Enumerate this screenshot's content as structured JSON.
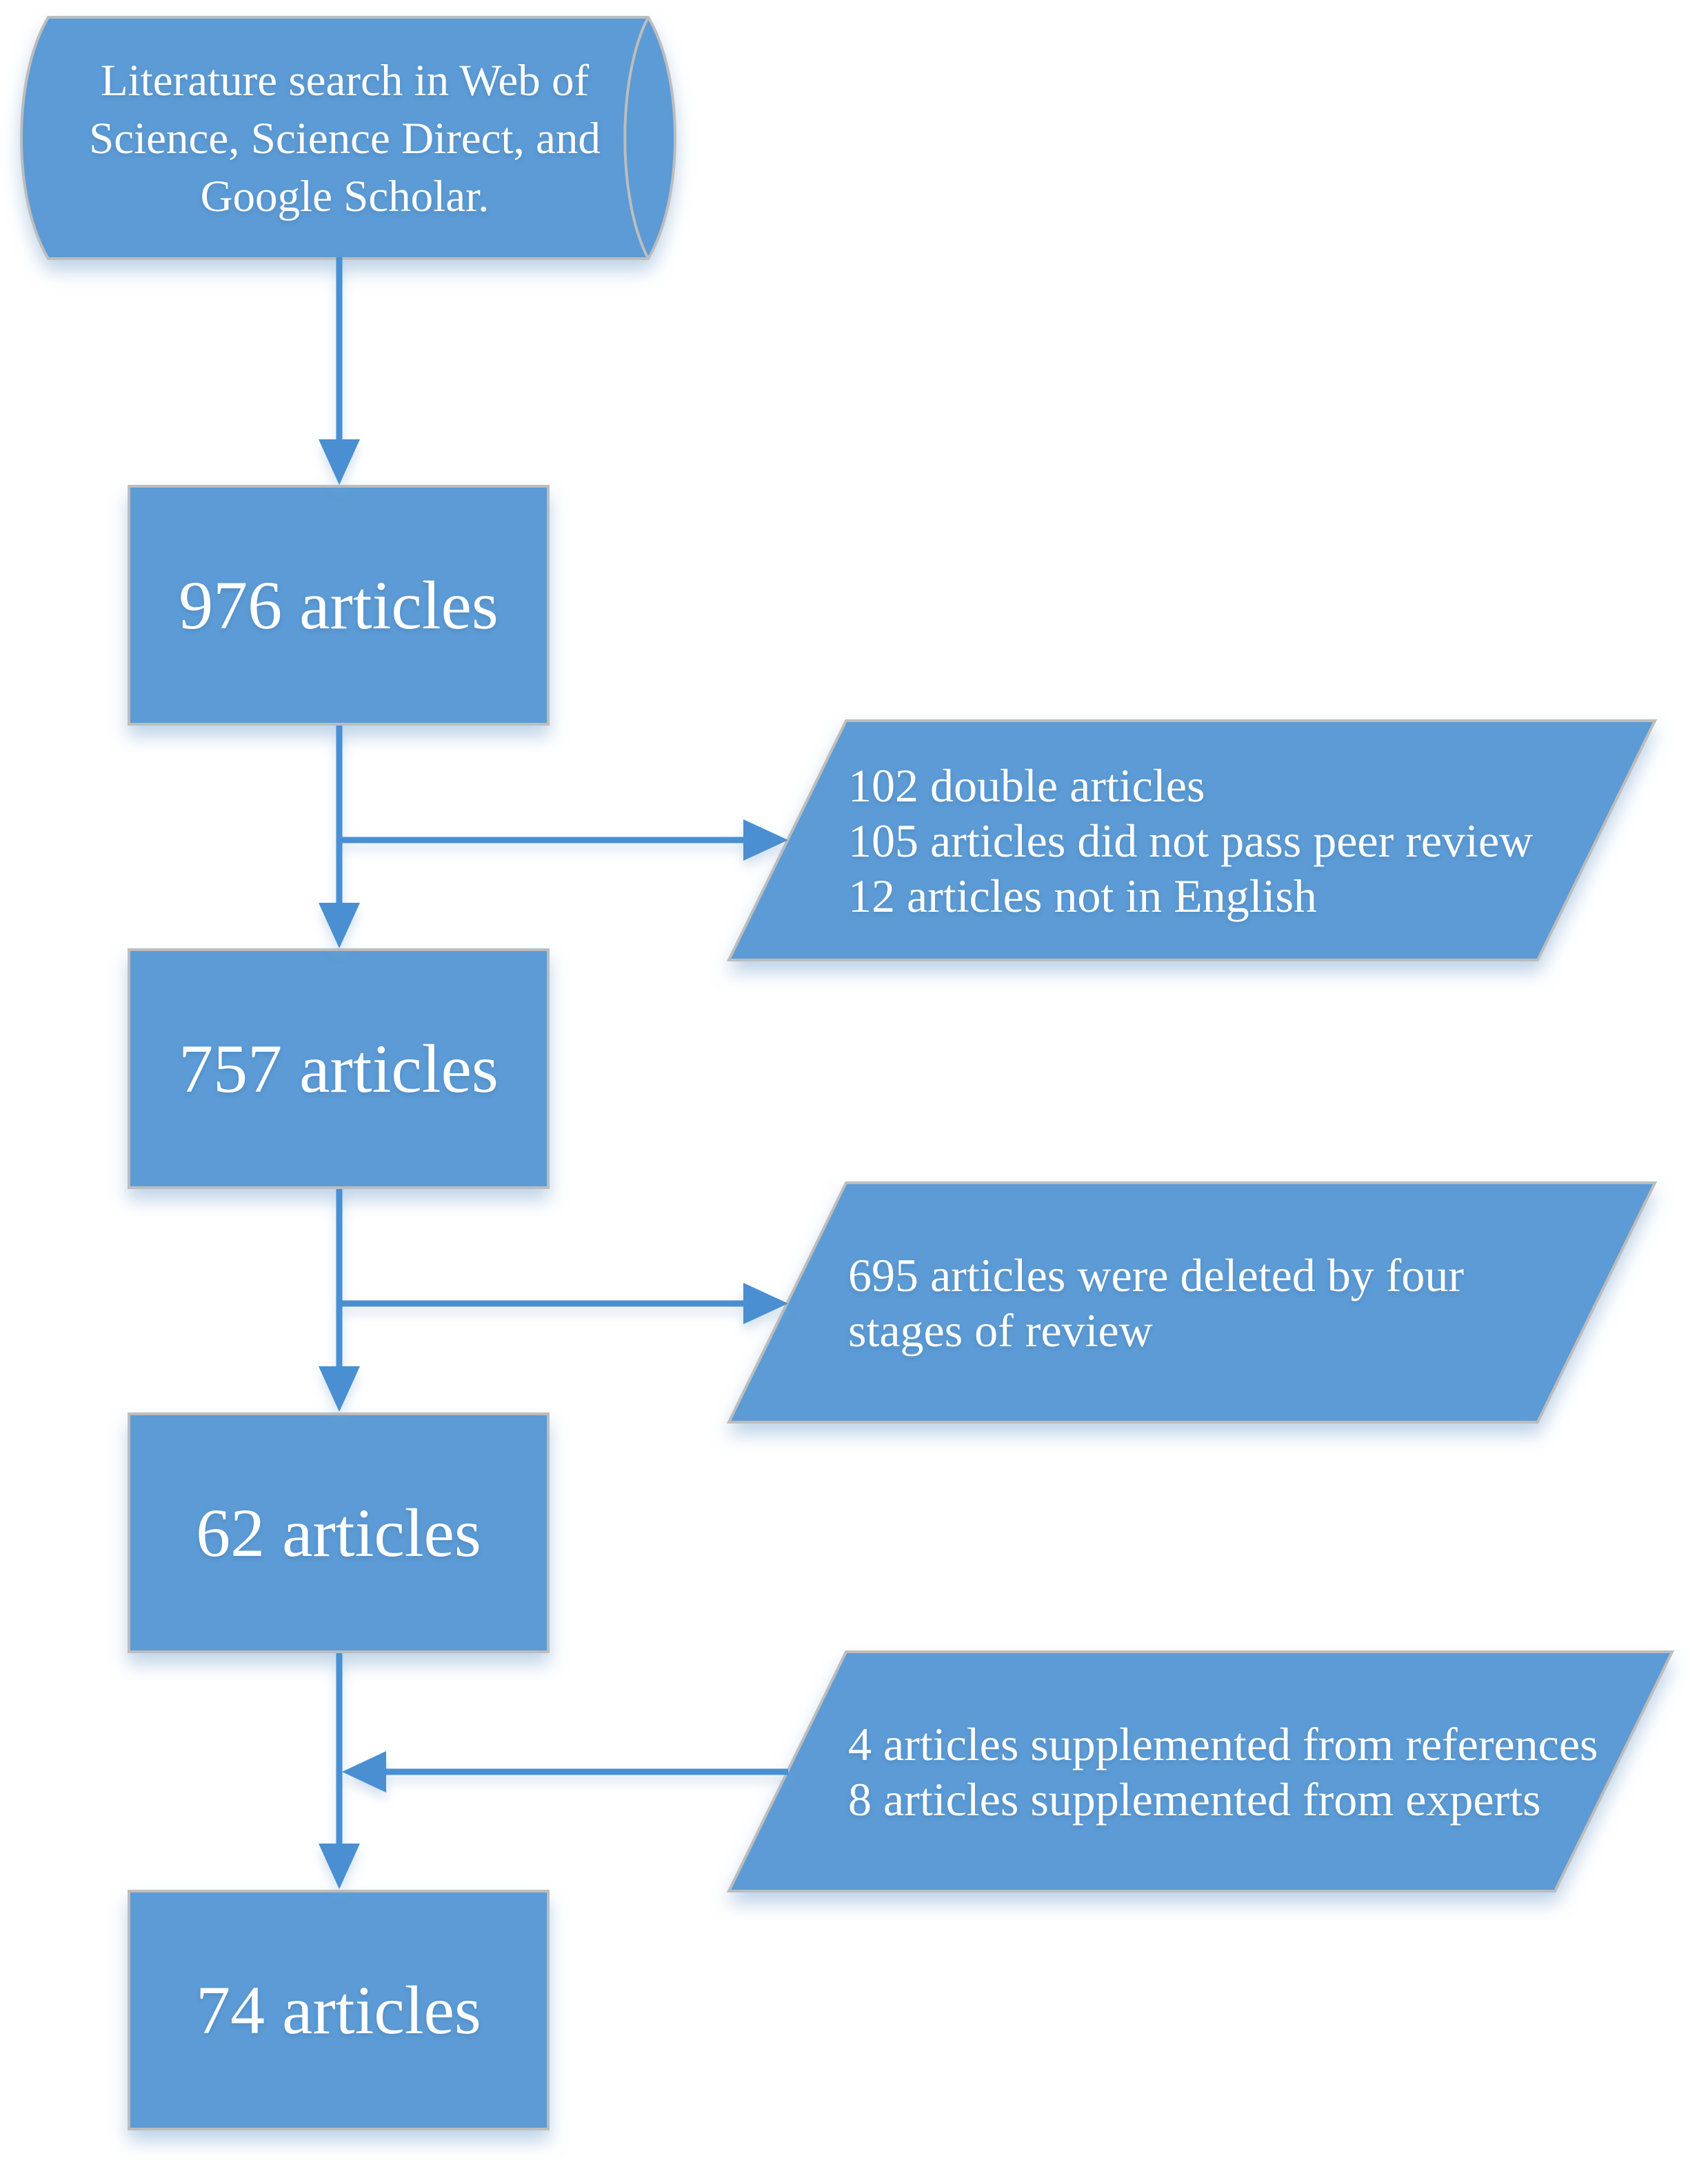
{
  "colors": {
    "shape_fill": "#5b9bd5",
    "shape_border": "#bdbdbd",
    "connector": "#4a8fd2",
    "text": "#ffffff",
    "background": "#ffffff"
  },
  "flowchart": {
    "source": {
      "shape": "cylinder",
      "lines": [
        "Literature search in Web of",
        "Science, Science Direct, and",
        "Google Scholar."
      ]
    },
    "stages": [
      {
        "label": "976 articles"
      },
      {
        "label": "757 articles"
      },
      {
        "label": "62 articles"
      },
      {
        "label": "74 articles"
      }
    ],
    "notes": [
      {
        "shape": "parallelogram",
        "lines": [
          "102 double articles",
          "105 articles did not pass peer review",
          "12 articles not in English"
        ]
      },
      {
        "shape": "parallelogram",
        "lines": [
          "695 articles were deleted by four",
          "stages of review"
        ]
      },
      {
        "shape": "parallelogram",
        "lines": [
          "4 articles supplemented from references",
          "8 articles supplemented from experts"
        ]
      }
    ]
  }
}
